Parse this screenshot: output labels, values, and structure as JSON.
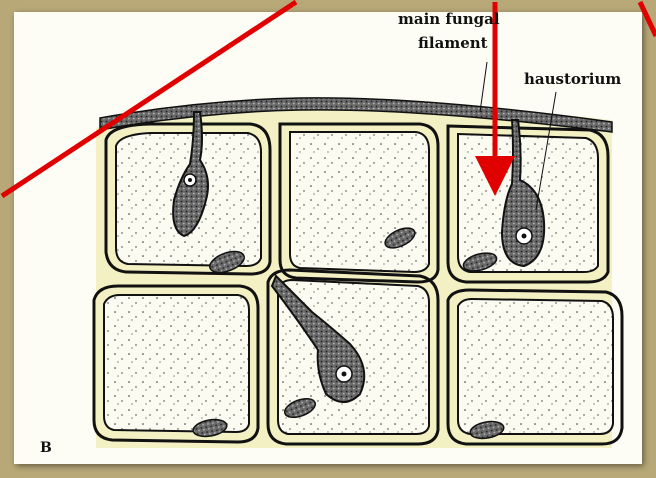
{
  "labels": {
    "main_fungal_line1": "main fungal",
    "main_fungal_line2": "filament",
    "haustorium": "haustorium",
    "panel": "B"
  },
  "colors": {
    "frame": "#b8a878",
    "background": "#fdfdf6",
    "intercellular": "#f3f1c4",
    "arrow": "#e00000",
    "ink": "#111111"
  }
}
